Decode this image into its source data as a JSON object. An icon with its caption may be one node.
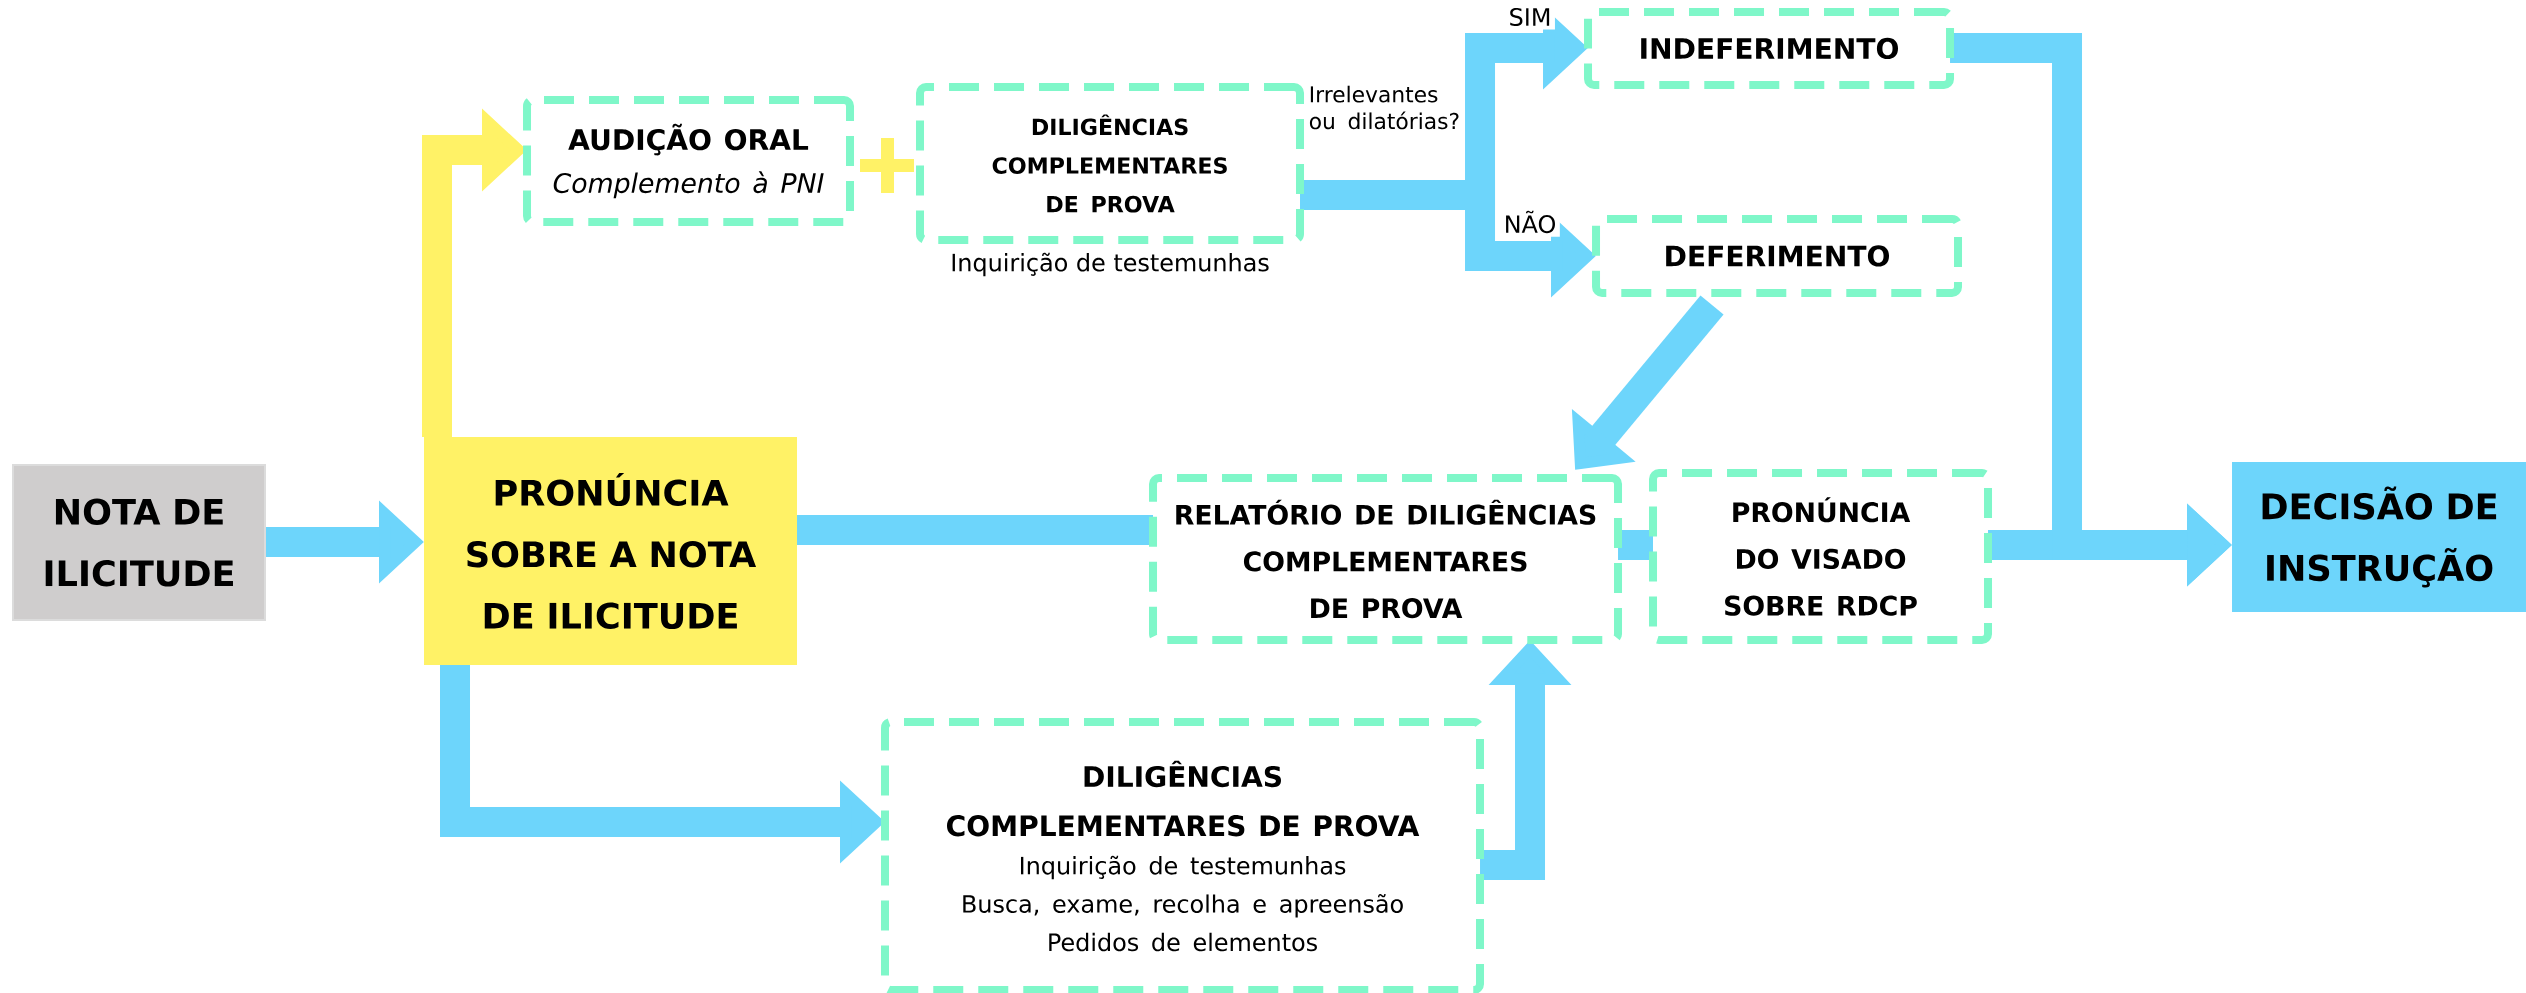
{
  "diagram": {
    "nodes": [
      {
        "text": [
          "NOTA DE ILICITUDE"
        ]
      },
      {
        "text": [
          "PRONÚNCIA SOBRE A NOTA DE ILICITUDE"
        ]
      },
      {
        "text": [
          "AUDIÇÃO ORAL",
          "Complemento à PNI"
        ]
      },
      {
        "text": [
          "DILIGÊNCIAS COMPLEMENTARES DE PROVA"
        ],
        "beside": [
          "Inquirição de testemunhas"
        ]
      },
      {
        "text": [
          "INDEFERIMENTO"
        ]
      },
      {
        "text": [
          "DEFERIMENTO"
        ]
      },
      {
        "text": [
          "RELATÓRIO DE DILIGÊNCIAS COMPLEMENTARES DE PROVA"
        ]
      },
      {
        "text": [
          "PRONÚNCIA DO VISADO SOBRE RDCP"
        ]
      },
      {
        "text": [
          "DECISÃO DE INSTRUÇÃO"
        ]
      },
      {
        "text": [
          "DILIGÊNCIAS COMPLEMENTARES DE PROVA",
          "Inquirição de testemunhas",
          "Busca, exame, recolha e apreensão",
          "Pedidos de elementos"
        ]
      }
    ],
    "edges": [
      {
        "from": 0,
        "to": 1,
        "arrow": "to"
      },
      {
        "from": 1,
        "to": 2,
        "arrow": "to",
        "color": "#fff266"
      },
      {
        "from": 1,
        "to": 6,
        "arrow": "none"
      },
      {
        "from": 1,
        "to": 9,
        "arrow": "to"
      },
      {
        "from": 9,
        "to": 6,
        "arrow": "to"
      },
      {
        "from": 3,
        "to": 4,
        "arrow": "to",
        "label": "SIM"
      },
      {
        "from": 3,
        "to": 5,
        "arrow": "to",
        "label": "NÃO"
      },
      {
        "from": 5,
        "to": 6,
        "arrow": "to"
      },
      {
        "from": 6,
        "to": 7,
        "arrow": "none"
      },
      {
        "from": 7,
        "to": 8,
        "arrow": "to"
      },
      {
        "from": 4,
        "to": 8,
        "arrow": "to"
      }
    ],
    "labels": [
      "Irrelevantes ou dilatórias?"
    ]
  }
}
